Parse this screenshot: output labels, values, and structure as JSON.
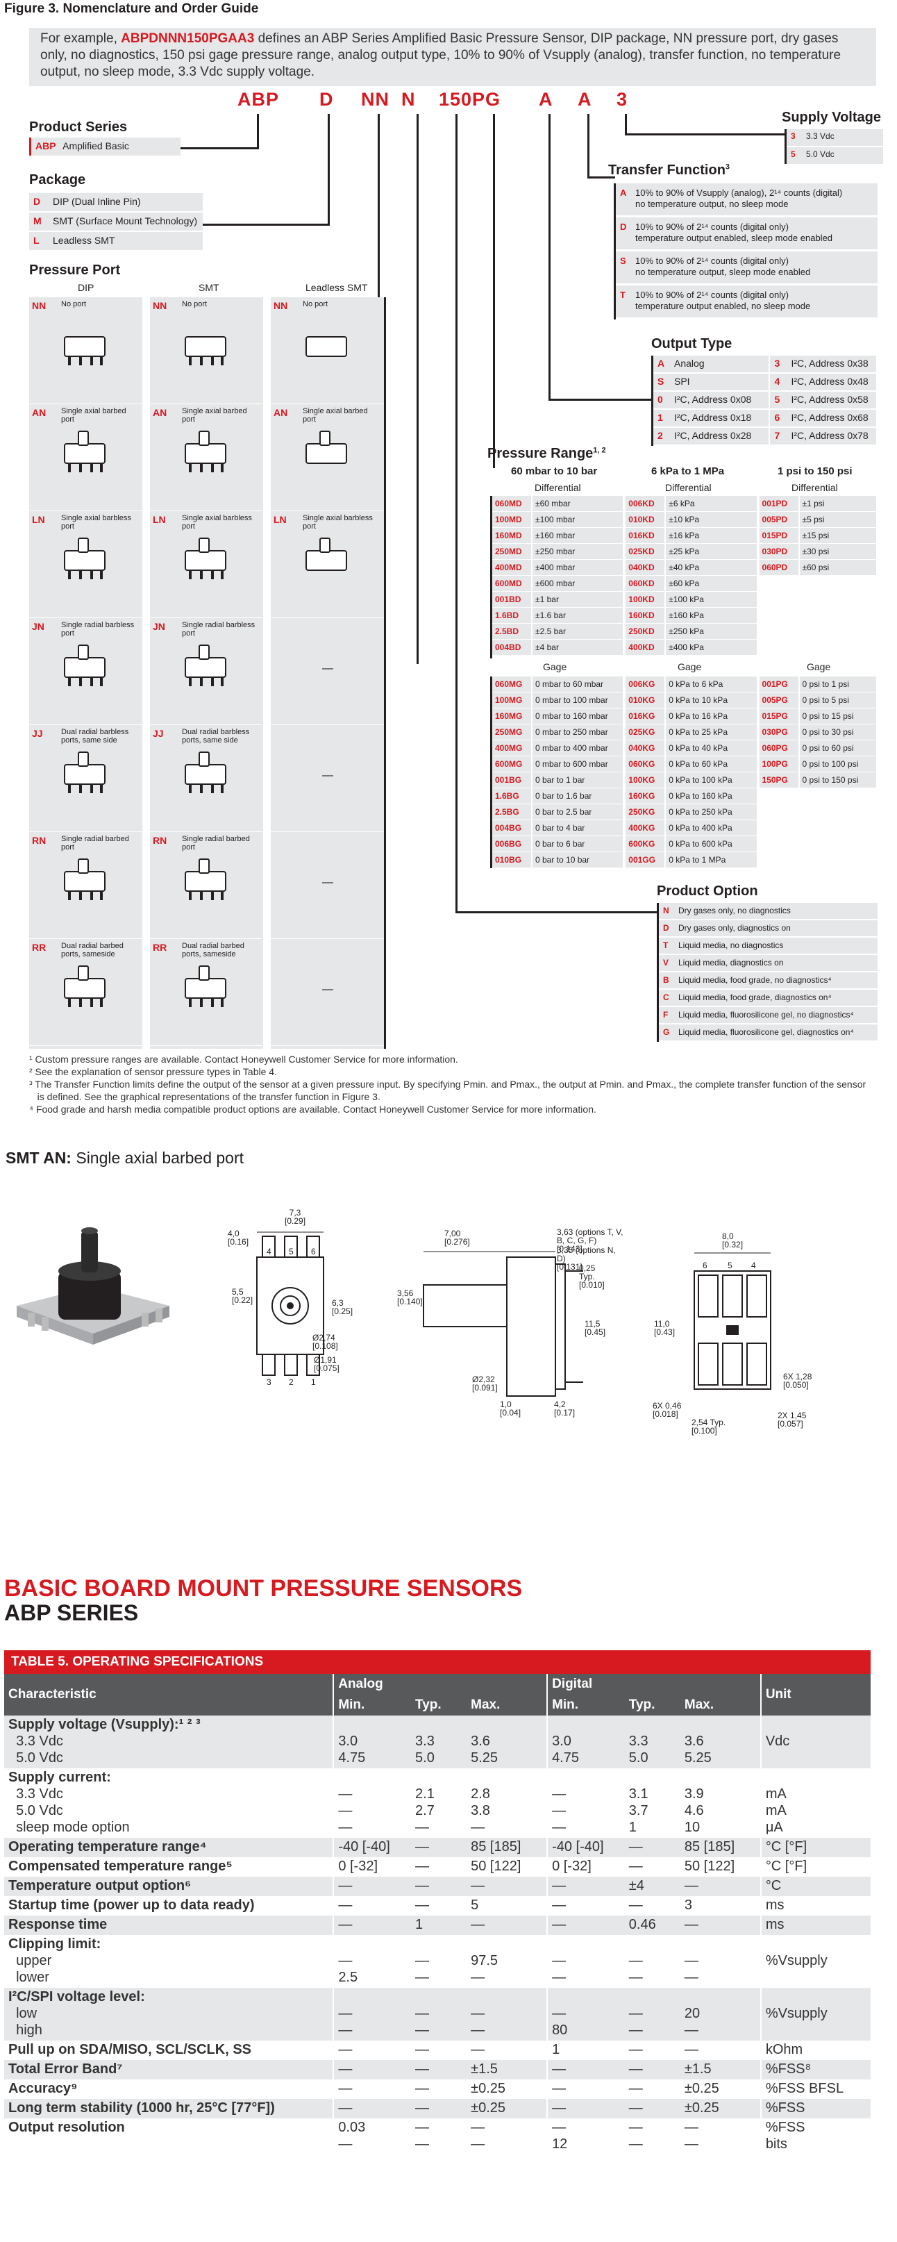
{
  "figure_title": "Figure 3. Nomenclature and Order Guide",
  "example": {
    "prefix": "For example, ",
    "part": "ABPDNNN150PGAA3",
    "text": " defines an ABP Series Amplified Basic Pressure Sensor, DIP package, NN pressure port, dry gases only, no diagnostics, 150 psi gage pressure range, analog output type, 10% to 90% of Vsupply (analog), transfer function, no temperature output, no sleep mode, 3.3 Vdc supply voltage."
  },
  "part_segments": [
    "ABP",
    "D",
    "NN",
    "N",
    "150PG",
    "A",
    "A",
    "3"
  ],
  "product_series": {
    "title": "Product Series",
    "code": "ABP",
    "label": "Amplified Basic"
  },
  "package": {
    "title": "Package",
    "items": [
      {
        "code": "D",
        "label": "DIP (Dual Inline Pin)"
      },
      {
        "code": "M",
        "label": "SMT (Surface Mount Technology)"
      },
      {
        "code": "L",
        "label": "Leadless SMT"
      }
    ]
  },
  "pressure_port": {
    "title": "Pressure Port",
    "columns": [
      "DIP",
      "SMT",
      "Leadless SMT"
    ],
    "rows": [
      {
        "code": "NN",
        "label": "No port",
        "leadless": true
      },
      {
        "code": "AN",
        "label": "Single axial barbed port",
        "leadless": true
      },
      {
        "code": "LN",
        "label": "Single axial barbless port",
        "leadless": true
      },
      {
        "code": "JN",
        "label": "Single radial barbless port",
        "leadless": false
      },
      {
        "code": "JJ",
        "label": "Dual radial barbless ports, same side",
        "leadless": false
      },
      {
        "code": "RN",
        "label": "Single radial barbed port",
        "leadless": false
      },
      {
        "code": "RR",
        "label": "Dual radial barbed ports, sameside",
        "leadless": false
      }
    ],
    "dash": "—"
  },
  "supply_voltage": {
    "title": "Supply Voltage",
    "items": [
      {
        "code": "3",
        "label": "3.3 Vdc"
      },
      {
        "code": "5",
        "label": "5.0 Vdc"
      }
    ]
  },
  "transfer_function": {
    "title": "Transfer Function",
    "sup": "3",
    "items": [
      {
        "code": "A",
        "line1": "10% to 90% of Vsupply (analog), 2¹⁴ counts (digital)",
        "line2": "no temperature output, no sleep mode"
      },
      {
        "code": "D",
        "line1": "10% to 90% of 2¹⁴ counts (digital only)",
        "line2": "temperature output enabled, sleep mode enabled"
      },
      {
        "code": "S",
        "line1": "10% to 90% of 2¹⁴ counts (digital only)",
        "line2": "no temperature output, sleep mode enabled"
      },
      {
        "code": "T",
        "line1": "10% to 90% of 2¹⁴ counts (digital only)",
        "line2": "temperature output enabled, no sleep mode"
      }
    ]
  },
  "output_type": {
    "title": "Output Type",
    "left": [
      {
        "code": "A",
        "label": "Analog"
      },
      {
        "code": "S",
        "label": "SPI"
      },
      {
        "code": "0",
        "label": "I²C, Address 0x08"
      },
      {
        "code": "1",
        "label": "I²C, Address 0x18"
      },
      {
        "code": "2",
        "label": "I²C, Address 0x28"
      }
    ],
    "right": [
      {
        "code": "3",
        "label": "I²C, Address 0x38"
      },
      {
        "code": "4",
        "label": "I²C, Address 0x48"
      },
      {
        "code": "5",
        "label": "I²C, Address 0x58"
      },
      {
        "code": "6",
        "label": "I²C, Address 0x68"
      },
      {
        "code": "7",
        "label": "I²C, Address 0x78"
      }
    ]
  },
  "pressure_range": {
    "title": "Pressure Range",
    "sup": "1, 2",
    "col_titles": [
      "60 mbar to 10 bar",
      "6 kPa to 1 MPa",
      "1 psi to 150 psi"
    ],
    "differential_label": "Differential",
    "gage_label": "Gage",
    "diff": [
      [
        {
          "code": "060MD",
          "label": "±60 mbar"
        },
        {
          "code": "100MD",
          "label": "±100 mbar"
        },
        {
          "code": "160MD",
          "label": "±160 mbar"
        },
        {
          "code": "250MD",
          "label": "±250 mbar"
        },
        {
          "code": "400MD",
          "label": "±400 mbar"
        },
        {
          "code": "600MD",
          "label": "±600 mbar"
        },
        {
          "code": "001BD",
          "label": "±1 bar"
        },
        {
          "code": "1.6BD",
          "label": "±1.6 bar"
        },
        {
          "code": "2.5BD",
          "label": "±2.5 bar"
        },
        {
          "code": "004BD",
          "label": "±4 bar"
        }
      ],
      [
        {
          "code": "006KD",
          "label": "±6 kPa"
        },
        {
          "code": "010KD",
          "label": "±10 kPa"
        },
        {
          "code": "016KD",
          "label": "±16 kPa"
        },
        {
          "code": "025KD",
          "label": "±25 kPa"
        },
        {
          "code": "040KD",
          "label": "±40 kPa"
        },
        {
          "code": "060KD",
          "label": "±60 kPa"
        },
        {
          "code": "100KD",
          "label": "±100 kPa"
        },
        {
          "code": "160KD",
          "label": "±160 kPa"
        },
        {
          "code": "250KD",
          "label": "±250 kPa"
        },
        {
          "code": "400KD",
          "label": "±400 kPa"
        }
      ],
      [
        {
          "code": "001PD",
          "label": "±1 psi"
        },
        {
          "code": "005PD",
          "label": "±5 psi"
        },
        {
          "code": "015PD",
          "label": "±15 psi"
        },
        {
          "code": "030PD",
          "label": "±30 psi"
        },
        {
          "code": "060PD",
          "label": "±60 psi"
        }
      ]
    ],
    "gage": [
      [
        {
          "code": "060MG",
          "label": "0 mbar to 60 mbar"
        },
        {
          "code": "100MG",
          "label": "0 mbar to 100 mbar"
        },
        {
          "code": "160MG",
          "label": "0 mbar to 160 mbar"
        },
        {
          "code": "250MG",
          "label": "0 mbar to 250 mbar"
        },
        {
          "code": "400MG",
          "label": "0 mbar to 400 mbar"
        },
        {
          "code": "600MG",
          "label": "0 mbar to 600 mbar"
        },
        {
          "code": "001BG",
          "label": "0 bar to 1 bar"
        },
        {
          "code": "1.6BG",
          "label": "0 bar to 1.6 bar"
        },
        {
          "code": "2.5BG",
          "label": "0 bar to 2.5 bar"
        },
        {
          "code": "004BG",
          "label": "0 bar to 4 bar"
        },
        {
          "code": "006BG",
          "label": "0 bar to 6 bar"
        },
        {
          "code": "010BG",
          "label": "0 bar to 10 bar"
        }
      ],
      [
        {
          "code": "006KG",
          "label": "0 kPa to 6 kPa"
        },
        {
          "code": "010KG",
          "label": "0 kPa to 10 kPa"
        },
        {
          "code": "016KG",
          "label": "0 kPa to 16 kPa"
        },
        {
          "code": "025KG",
          "label": "0 kPa to 25 kPa"
        },
        {
          "code": "040KG",
          "label": "0 kPa to 40 kPa"
        },
        {
          "code": "060KG",
          "label": "0 kPa to 60 kPa"
        },
        {
          "code": "100KG",
          "label": "0 kPa to 100 kPa"
        },
        {
          "code": "160KG",
          "label": "0 kPa to 160 kPa"
        },
        {
          "code": "250KG",
          "label": "0 kPa to 250 kPa"
        },
        {
          "code": "400KG",
          "label": "0 kPa to 400 kPa"
        },
        {
          "code": "600KG",
          "label": "0 kPa to 600 kPa"
        },
        {
          "code": "001GG",
          "label": "0 kPa to 1 MPa"
        }
      ],
      [
        {
          "code": "001PG",
          "label": "0 psi to 1 psi"
        },
        {
          "code": "005PG",
          "label": "0 psi to 5 psi"
        },
        {
          "code": "015PG",
          "label": "0 psi to 15 psi"
        },
        {
          "code": "030PG",
          "label": "0 psi to 30 psi"
        },
        {
          "code": "060PG",
          "label": "0 psi to 60 psi"
        },
        {
          "code": "100PG",
          "label": "0 psi to 100 psi"
        },
        {
          "code": "150PG",
          "label": "0 psi to 150 psi"
        }
      ]
    ]
  },
  "product_option": {
    "title": "Product Option",
    "items": [
      {
        "code": "N",
        "label": "Dry gases only, no diagnostics"
      },
      {
        "code": "D",
        "label": "Dry gases only, diagnostics on"
      },
      {
        "code": "T",
        "label": "Liquid media, no diagnostics"
      },
      {
        "code": "V",
        "label": "Liquid media, diagnostics on"
      },
      {
        "code": "B",
        "label": "Liquid media, food grade, no diagnostics⁴"
      },
      {
        "code": "C",
        "label": "Liquid media, food grade, diagnostics on⁴"
      },
      {
        "code": "F",
        "label": "Liquid media, fluorosilicone gel, no diagnostics⁴"
      },
      {
        "code": "G",
        "label": "Liquid media, fluorosilicone gel, diagnostics on⁴"
      }
    ]
  },
  "footnotes": [
    "¹ Custom pressure ranges are available. Contact Honeywell Customer Service for more information.",
    "² See the explanation of sensor pressure types in Table 4.",
    "³ The Transfer Function limits define the output of the sensor at a given pressure input. By specifying Pmin. and Pmax., the output at Pmin. and Pmax., the complete transfer function of the sensor",
    "   is defined. See the graphical representations of the transfer function in Figure 3.",
    "⁴ Food grade and harsh media compatible product options are available. Contact Honeywell Customer Service for more information."
  ],
  "smt_an": {
    "bold": "SMT AN:",
    "text": " Single axial barbed port",
    "dims": {
      "top_w": "7,3",
      "top_w_in": "[0.29]",
      "left_h": "4,0",
      "left_h_in": "[0.16]",
      "mid_h": "5,5",
      "mid_h_in": "[0.22]",
      "right_h": "6,3",
      "right_h_in": "[0.25]",
      "bore1": "Ø2,74",
      "bore1_in": "[0.108]",
      "bore2": "Ø1,91",
      "bore2_in": "[0.075]",
      "side_w": "7,00",
      "side_w_in": "[0.276]",
      "port_h": "3,56",
      "port_h_in": "[0.140]",
      "opt1": "3,63 (options T, V, B, C, G, F)",
      "opt1_in": "[0.143]",
      "opt2": "3,35 (options N, D)",
      "opt2_in": "[0.131]",
      "typ": "0,25 Typ.",
      "typ_in": "[0.010]",
      "body_h": "11,5",
      "body_h_in": "[0.45]",
      "bore3": "Ø2,32",
      "bore3_in": "[0.091]",
      "foot": "1,0",
      "foot_in": "[0.04]",
      "base": "4,2",
      "base_in": "[0.17]",
      "r_w": "8,0",
      "r_w_in": "[0.32]",
      "r_h": "11,0",
      "r_h_in": "[0.43]",
      "pad": "6X 1,28",
      "pad_in": "[0.050]",
      "pitch": "6X 0,46",
      "pitch_in": "[0.018]",
      "pitch2": "2,54 Typ.",
      "pitch2_in": "[0.100]",
      "pad2": "2X 1,45",
      "pad2_in": "[0.057]"
    },
    "pin_labels": [
      "4",
      "5",
      "6",
      "3",
      "2",
      "1"
    ]
  },
  "banner": {
    "title": "BASIC BOARD MOUNT PRESSURE SENSORS",
    "sub": "ABP SERIES"
  },
  "spec_table": {
    "title": "TABLE 5. OPERATING SPECIFICATIONS",
    "headers": {
      "characteristic": "Characteristic",
      "analog": "Analog",
      "digital": "Digital",
      "unit": "Unit",
      "min": "Min.",
      "typ": "Typ.",
      "max": "Max."
    },
    "rows": [
      {
        "char": [
          "Supply voltage (Vsupply):¹ ² ³",
          "  3.3 Vdc",
          "  5.0 Vdc"
        ],
        "a_min": [
          "",
          "3.0",
          "4.75"
        ],
        "a_typ": [
          "",
          "3.3",
          "5.0"
        ],
        "a_max": [
          "",
          "3.6",
          "5.25"
        ],
        "d_min": [
          "",
          "3.0",
          "4.75"
        ],
        "d_typ": [
          "",
          "3.3",
          "5.0"
        ],
        "d_max": [
          "",
          "3.6",
          "5.25"
        ],
        "unit": [
          "",
          "Vdc",
          ""
        ],
        "shade": true
      },
      {
        "char": [
          "Supply current:",
          "  3.3 Vdc",
          "  5.0 Vdc",
          "  sleep mode option"
        ],
        "a_min": [
          "",
          "—",
          "—",
          "—"
        ],
        "a_typ": [
          "",
          "2.1",
          "2.7",
          "—"
        ],
        "a_max": [
          "",
          "2.8",
          "3.8",
          "—"
        ],
        "d_min": [
          "",
          "—",
          "—",
          "—"
        ],
        "d_typ": [
          "",
          "3.1",
          "3.7",
          "1"
        ],
        "d_max": [
          "",
          "3.9",
          "4.6",
          "10"
        ],
        "unit": [
          "",
          "mA",
          "mA",
          "μA"
        ],
        "shade": false
      },
      {
        "char": [
          "Operating temperature range⁴"
        ],
        "a_min": [
          "-40 [-40]"
        ],
        "a_typ": [
          "—"
        ],
        "a_max": [
          "85 [185]"
        ],
        "d_min": [
          "-40 [-40]"
        ],
        "d_typ": [
          "—"
        ],
        "d_max": [
          "85 [185]"
        ],
        "unit": [
          "°C [°F]"
        ],
        "shade": true
      },
      {
        "char": [
          "Compensated temperature range⁵"
        ],
        "a_min": [
          "0 [-32]"
        ],
        "a_typ": [
          "—"
        ],
        "a_max": [
          "50 [122]"
        ],
        "d_min": [
          "0 [-32]"
        ],
        "d_typ": [
          "—"
        ],
        "d_max": [
          "50 [122]"
        ],
        "unit": [
          "°C [°F]"
        ],
        "shade": false
      },
      {
        "char": [
          "Temperature output option⁶"
        ],
        "a_min": [
          "—"
        ],
        "a_typ": [
          "—"
        ],
        "a_max": [
          "—"
        ],
        "d_min": [
          "—"
        ],
        "d_typ": [
          "±4"
        ],
        "d_max": [
          "—"
        ],
        "unit": [
          "°C"
        ],
        "shade": true
      },
      {
        "char": [
          "Startup time (power up to data ready)"
        ],
        "a_min": [
          "—"
        ],
        "a_typ": [
          "—"
        ],
        "a_max": [
          "5"
        ],
        "d_min": [
          "—"
        ],
        "d_typ": [
          "—"
        ],
        "d_max": [
          "3"
        ],
        "unit": [
          "ms"
        ],
        "shade": false
      },
      {
        "char": [
          "Response time"
        ],
        "a_min": [
          "—"
        ],
        "a_typ": [
          "1"
        ],
        "a_max": [
          "—"
        ],
        "d_min": [
          "—"
        ],
        "d_typ": [
          "0.46"
        ],
        "d_max": [
          "—"
        ],
        "unit": [
          "ms"
        ],
        "shade": true
      },
      {
        "char": [
          "Clipping limit:",
          "  upper",
          "  lower"
        ],
        "a_min": [
          "",
          "—",
          "2.5"
        ],
        "a_typ": [
          "",
          "—",
          "—"
        ],
        "a_max": [
          "",
          "97.5",
          "—"
        ],
        "d_min": [
          "",
          "—",
          "—"
        ],
        "d_typ": [
          "",
          "—",
          "—"
        ],
        "d_max": [
          "",
          "—",
          "—"
        ],
        "unit": [
          "",
          "%Vsupply",
          ""
        ],
        "shade": false
      },
      {
        "char": [
          "I²C/SPI voltage level:",
          "  low",
          "  high"
        ],
        "a_min": [
          "",
          "—",
          "—"
        ],
        "a_typ": [
          "",
          "—",
          "—"
        ],
        "a_max": [
          "",
          "—",
          "—"
        ],
        "d_min": [
          "",
          "—",
          "80"
        ],
        "d_typ": [
          "",
          "—",
          "—"
        ],
        "d_max": [
          "",
          "20",
          "—"
        ],
        "unit": [
          "",
          "%Vsupply",
          ""
        ],
        "shade": true
      },
      {
        "char": [
          "Pull up on SDA/MISO, SCL/SCLK, SS"
        ],
        "a_min": [
          "—"
        ],
        "a_typ": [
          "—"
        ],
        "a_max": [
          "—"
        ],
        "d_min": [
          "1"
        ],
        "d_typ": [
          "—"
        ],
        "d_max": [
          "—"
        ],
        "unit": [
          "kOhm"
        ],
        "shade": false
      },
      {
        "char": [
          "Total Error Band⁷"
        ],
        "a_min": [
          "—"
        ],
        "a_typ": [
          "—"
        ],
        "a_max": [
          "±1.5"
        ],
        "d_min": [
          "—"
        ],
        "d_typ": [
          "—"
        ],
        "d_max": [
          "±1.5"
        ],
        "unit": [
          "%FSS⁸"
        ],
        "shade": true
      },
      {
        "char": [
          "Accuracy⁹"
        ],
        "a_min": [
          "—"
        ],
        "a_typ": [
          "—"
        ],
        "a_max": [
          "±0.25"
        ],
        "d_min": [
          "—"
        ],
        "d_typ": [
          "—"
        ],
        "d_max": [
          "±0.25"
        ],
        "unit": [
          "%FSS BFSL"
        ],
        "shade": false
      },
      {
        "char": [
          "Long term stability (1000 hr, 25°C [77°F])"
        ],
        "a_min": [
          "—"
        ],
        "a_typ": [
          "—"
        ],
        "a_max": [
          "±0.25"
        ],
        "d_min": [
          "—"
        ],
        "d_typ": [
          "—"
        ],
        "d_max": [
          "±0.25"
        ],
        "unit": [
          "%FSS"
        ],
        "shade": true
      },
      {
        "char": [
          "Output resolution"
        ],
        "a_min": [
          "0.03",
          "—"
        ],
        "a_typ": [
          "—",
          "—"
        ],
        "a_max": [
          "—",
          "—"
        ],
        "d_min": [
          "—",
          "12"
        ],
        "d_typ": [
          "—",
          "—"
        ],
        "d_max": [
          "—",
          "—"
        ],
        "unit": [
          "%FSS",
          "bits"
        ],
        "shade": false
      }
    ]
  },
  "colors": {
    "brand_red": "#d71920",
    "panel_gray": "#e6e7e8",
    "header_gray": "#58595b"
  }
}
